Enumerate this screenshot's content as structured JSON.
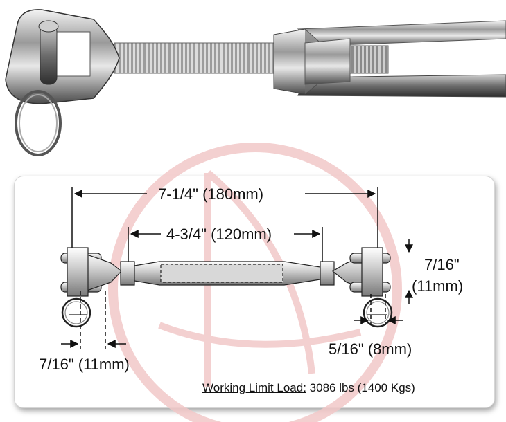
{
  "photo": {
    "subject": "turnbuckle-photo"
  },
  "dimensions": {
    "overall_length": "7-1/4\" (180mm)",
    "body_length": "4-3/4\" (120mm)",
    "jaw_height_in": "7/16\"",
    "jaw_height_mm": "(11mm)",
    "jaw_width": "7/16\" (11mm)",
    "pin_diameter": "5/16\" (8mm)"
  },
  "load": {
    "label": "Working Limit Load:",
    "value": "3086 lbs (1400 Kgs)"
  },
  "colors": {
    "watermark": "#f2c8c8",
    "line": "#111111",
    "steel_light": "#d8d8d8",
    "steel_dark": "#5a5a5a"
  }
}
